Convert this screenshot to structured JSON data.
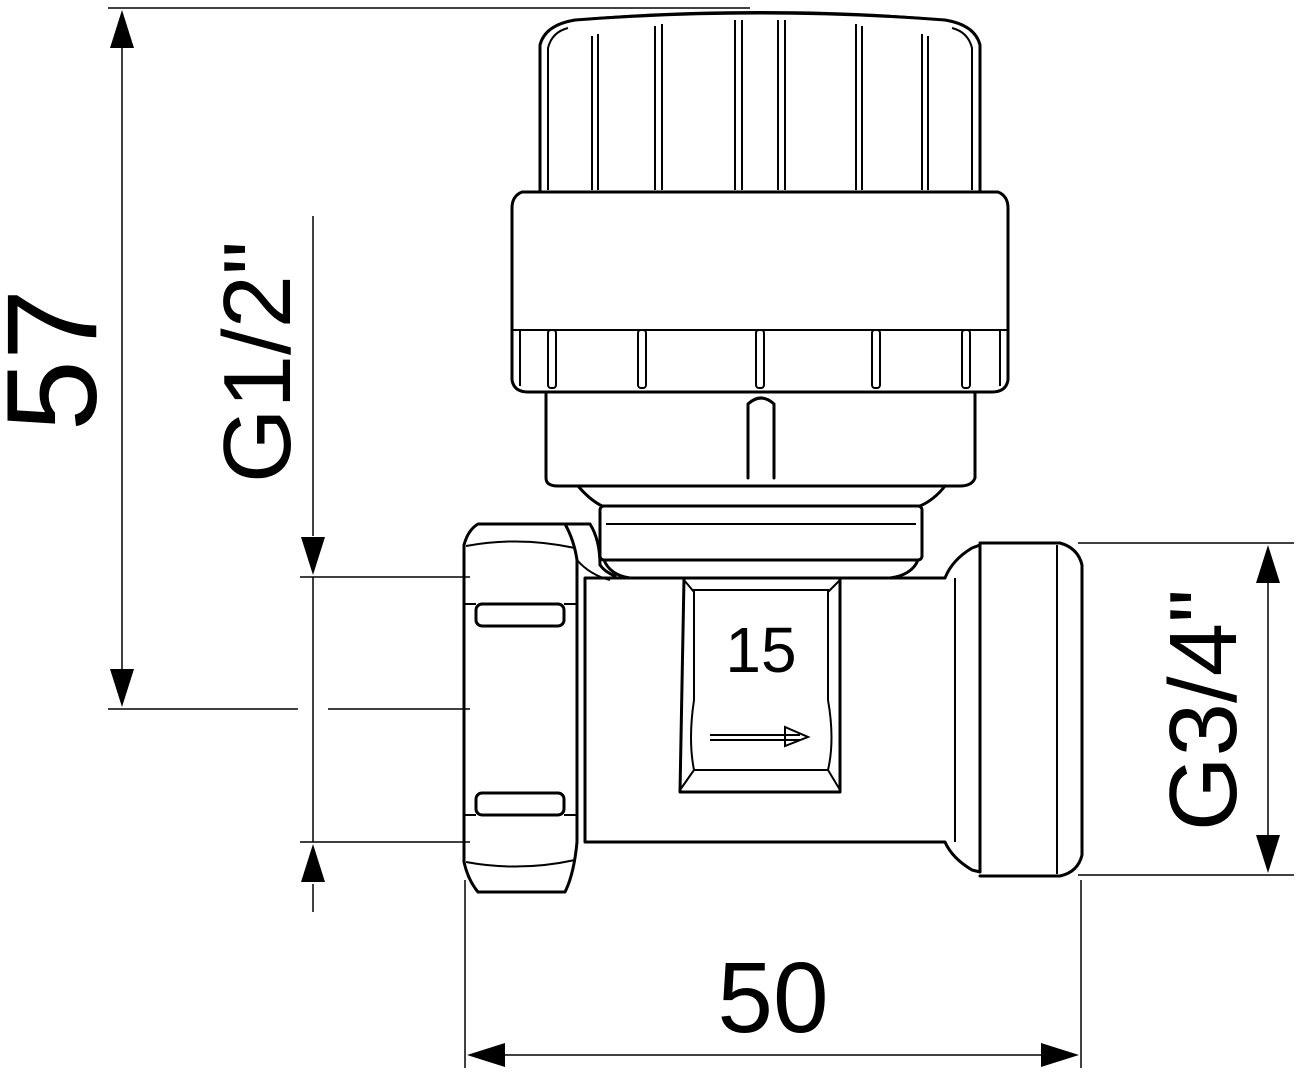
{
  "dimensions": {
    "height_total": "57",
    "inlet_thread": "G1/2\"",
    "outlet_thread": "G3/4\"",
    "length_total": "50"
  },
  "body_marking": {
    "size": "15",
    "flow_direction": "arrow-right-icon"
  }
}
